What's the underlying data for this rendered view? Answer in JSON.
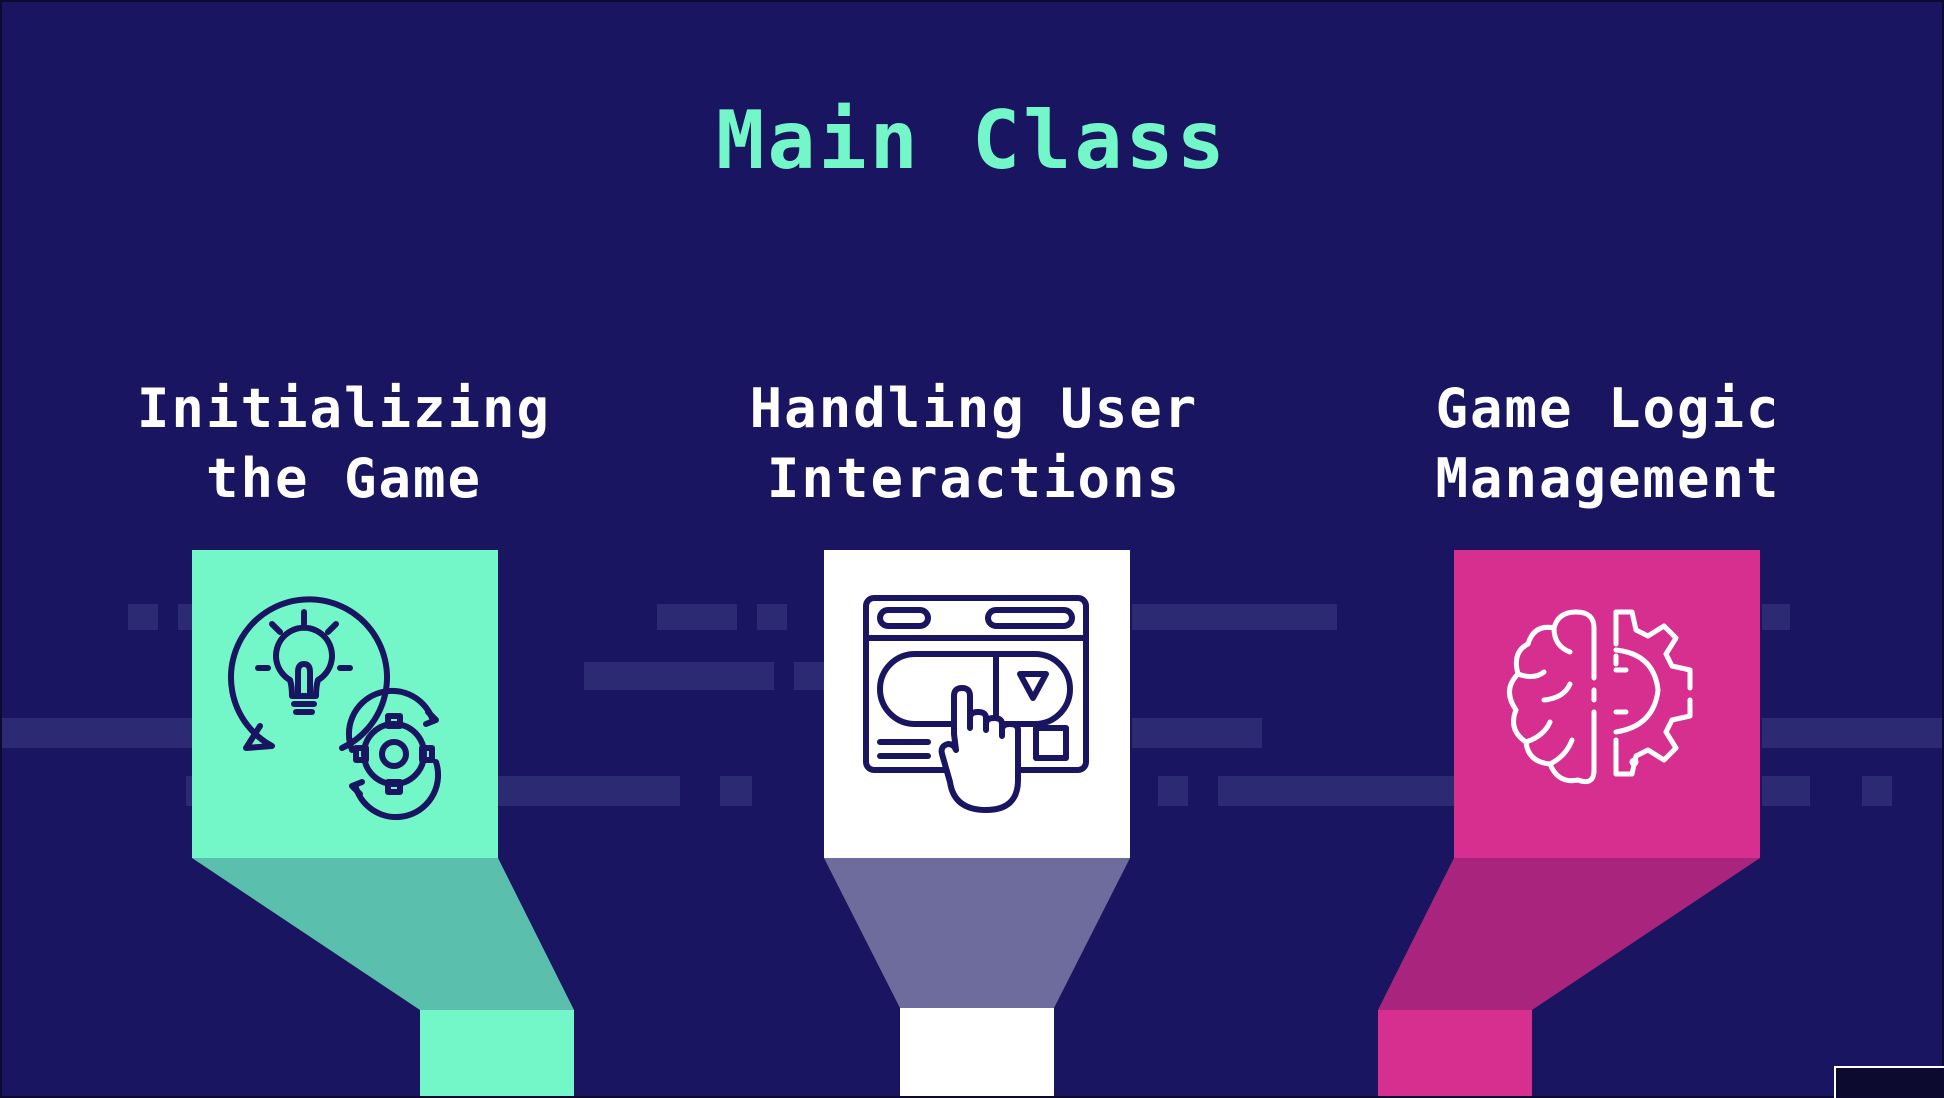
{
  "slide": {
    "title": "Main Class",
    "colors": {
      "background": "#1a1560",
      "title": "#73f7c9",
      "teal": "#73f7c9",
      "white": "#ffffff",
      "pink": "#d62f8f"
    },
    "items": [
      {
        "line1": "Initializing",
        "line2": "the Game",
        "icon": "lightbulb-gear-icon",
        "color": "#73f7c9"
      },
      {
        "line1": "Handling User",
        "line2": "Interactions",
        "icon": "browser-click-icon",
        "color": "#ffffff"
      },
      {
        "line1": "Game Logic",
        "line2": "Management",
        "icon": "brain-gear-icon",
        "color": "#d62f8f"
      }
    ]
  }
}
